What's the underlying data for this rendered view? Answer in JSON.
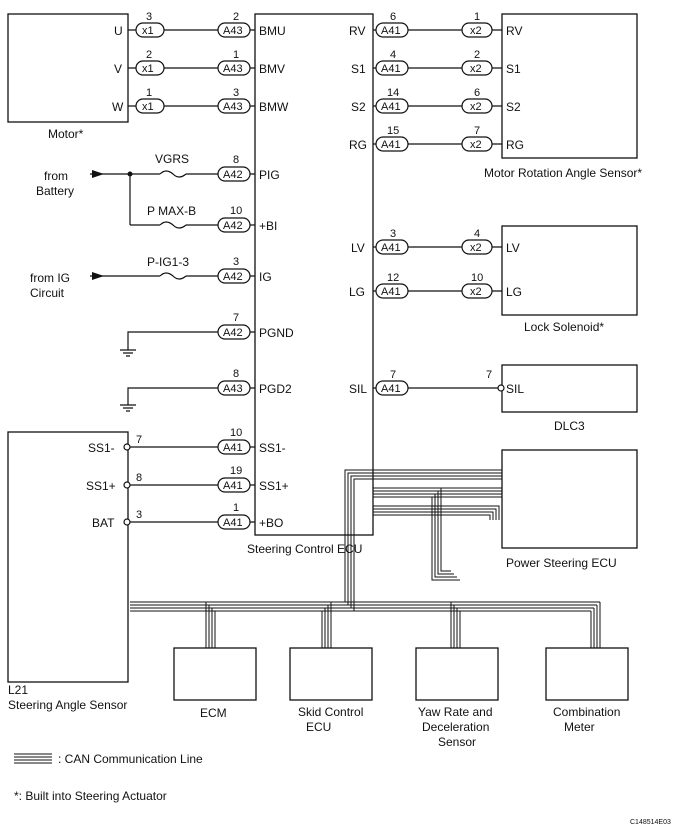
{
  "components": {
    "motor": {
      "title": "Motor*",
      "pins": [
        "U",
        "V",
        "W"
      ]
    },
    "ecu": {
      "title": "Steering Control ECU",
      "left_pins": [
        "BMU",
        "BMV",
        "BMW",
        "PIG",
        "+BI",
        "IG",
        "PGND",
        "PGD2",
        "SS1-",
        "SS1+",
        "+BO"
      ],
      "right_pins": [
        "RV",
        "S1",
        "S2",
        "RG",
        "LV",
        "LG",
        "SIL"
      ]
    },
    "motor_sensor": {
      "title": "Motor Rotation Angle Sensor*",
      "pins": [
        "RV",
        "S1",
        "S2",
        "RG"
      ]
    },
    "lock_solenoid": {
      "title": "Lock Solenoid*",
      "pins": [
        "LV",
        "LG"
      ]
    },
    "dlc3": {
      "title": "DLC3",
      "pin": "SIL"
    },
    "steering_angle_sensor": {
      "title_line1": "L21",
      "title_line2": "Steering Angle Sensor",
      "pins": [
        "SS1-",
        "SS1+",
        "BAT"
      ]
    },
    "power_steering_ecu": {
      "title": "Power Steering ECU"
    },
    "ecm": {
      "title": "ECM"
    },
    "skid": {
      "title_line1": "Skid Control",
      "title_line2": "ECU"
    },
    "yaw": {
      "title_line1": "Yaw Rate and",
      "title_line2": "Deceleration",
      "title_line3": "Sensor"
    },
    "meter": {
      "title_line1": "Combination",
      "title_line2": "Meter"
    }
  },
  "motor_wires": [
    {
      "x1_pin": "3",
      "x1": "x1",
      "a_pin": "2",
      "a": "A43"
    },
    {
      "x1_pin": "2",
      "x1": "x1",
      "a_pin": "1",
      "a": "A43"
    },
    {
      "x1_pin": "1",
      "x1": "x1",
      "a_pin": "3",
      "a": "A43"
    }
  ],
  "sensor_wires": [
    {
      "a_pin": "6",
      "a": "A41",
      "x_pin": "1",
      "x": "x2"
    },
    {
      "a_pin": "4",
      "a": "A41",
      "x_pin": "2",
      "x": "x2"
    },
    {
      "a_pin": "14",
      "a": "A41",
      "x_pin": "6",
      "x": "x2"
    },
    {
      "a_pin": "15",
      "a": "A41",
      "x_pin": "7",
      "x": "x2"
    },
    {
      "a_pin": "3",
      "a": "A41",
      "x_pin": "4",
      "x": "x2"
    },
    {
      "a_pin": "12",
      "a": "A41",
      "x_pin": "10",
      "x": "x2"
    }
  ],
  "sil_wire": {
    "a_pin": "7",
    "a": "A41",
    "dlc_pin": "7"
  },
  "power": {
    "from_battery_line1": "from",
    "from_battery_line2": "Battery",
    "from_ig_line1": "from IG",
    "from_ig_line2": "Circuit",
    "fuse_vgrs": "VGRS",
    "fuse_pmax": "P MAX-B",
    "fuse_pig": "P-IG1-3",
    "pig": {
      "pin": "8",
      "conn": "A42"
    },
    "bi": {
      "pin": "10",
      "conn": "A42"
    },
    "ig": {
      "pin": "3",
      "conn": "A42"
    },
    "pgnd": {
      "pin": "7",
      "conn": "A42"
    },
    "pgd2": {
      "pin": "8",
      "conn": "A43"
    }
  },
  "sas_wires": [
    {
      "s_pin": "7",
      "a_pin": "10",
      "a": "A41"
    },
    {
      "s_pin": "8",
      "a_pin": "19",
      "a": "A41"
    },
    {
      "s_pin": "3",
      "a_pin": "1",
      "a": "A41"
    }
  ],
  "legend": {
    "can_line": ": CAN Communication Line",
    "footnote": "*: Built into Steering Actuator",
    "code": "C148514E03"
  }
}
